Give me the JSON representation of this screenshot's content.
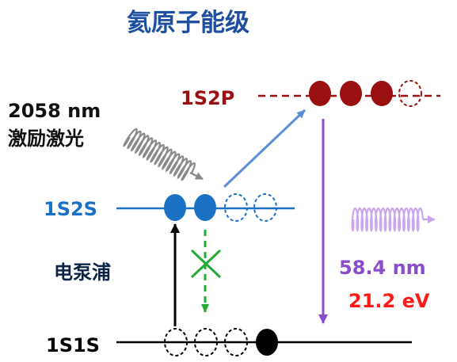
{
  "title": "氦原子能级",
  "levels": {
    "s2p": {
      "label": "1S2P"
    },
    "s2s": {
      "label": "1S2S"
    },
    "s1s": {
      "label": "1S1S"
    }
  },
  "excitation": {
    "wavelength": "2058 nm",
    "description": "激励激光"
  },
  "pump": {
    "label": "电泵浦"
  },
  "emission": {
    "wavelength": "58.4 nm",
    "energy": "21.2 eV"
  },
  "colors": {
    "title": "#1f4fa0",
    "level_1s2p": "#9a0f0f",
    "level_1s2s": "#1b72c4",
    "level_1s1s": "#000000",
    "laser": "#8a8a8a",
    "transition_arrow": "#5b8ed6",
    "emission": "#8a4cc8",
    "emission_wave": "#c9a6ee",
    "forbidden": "#22aa33",
    "energy": "#ff1a1a",
    "dark_label": "#0b2346"
  }
}
